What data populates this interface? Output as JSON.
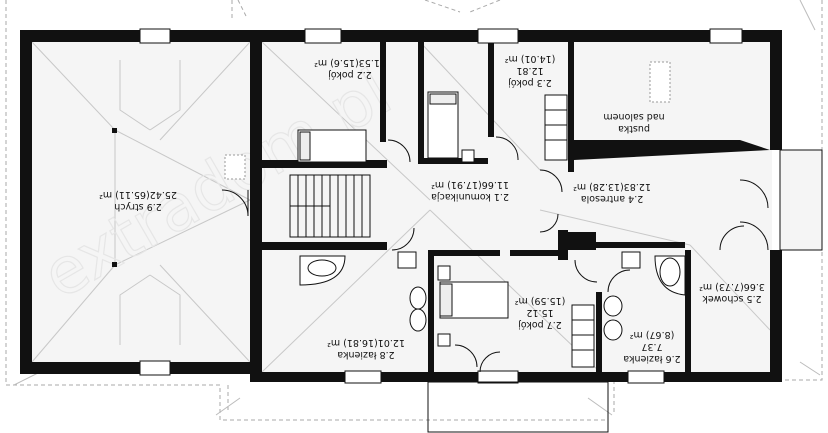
{
  "rooms": [
    {
      "id": "r29",
      "lines": [
        "2.9 strych",
        "25.42(65.11) m²"
      ]
    },
    {
      "id": "r22",
      "lines": [
        "2.2 pokój",
        "11.53(15.6) m²"
      ]
    },
    {
      "id": "r23",
      "lines": [
        "2.3 pokój",
        "12.81",
        "(14.01) m²"
      ]
    },
    {
      "id": "rpustka",
      "lines": [
        "pustka",
        "nad salonem"
      ]
    },
    {
      "id": "r21",
      "lines": [
        "2.1 komunikacja",
        "11.66(17.91) m²"
      ]
    },
    {
      "id": "r24",
      "lines": [
        "2.4 antresola",
        "12.83(13.28) m²"
      ]
    },
    {
      "id": "r25",
      "lines": [
        "2.5 schowek",
        "3.66(7.73) m²"
      ]
    },
    {
      "id": "r26",
      "lines": [
        "2.6 łazienka",
        "7.37",
        "(8.67) m²"
      ]
    },
    {
      "id": "r27",
      "lines": [
        "2.7 pokój",
        "15.12",
        "(15.59) m²"
      ]
    },
    {
      "id": "r28",
      "lines": [
        "2.8 łazienka",
        "12.01(16.81) m²"
      ]
    }
  ],
  "watermark": "extradom.pl"
}
